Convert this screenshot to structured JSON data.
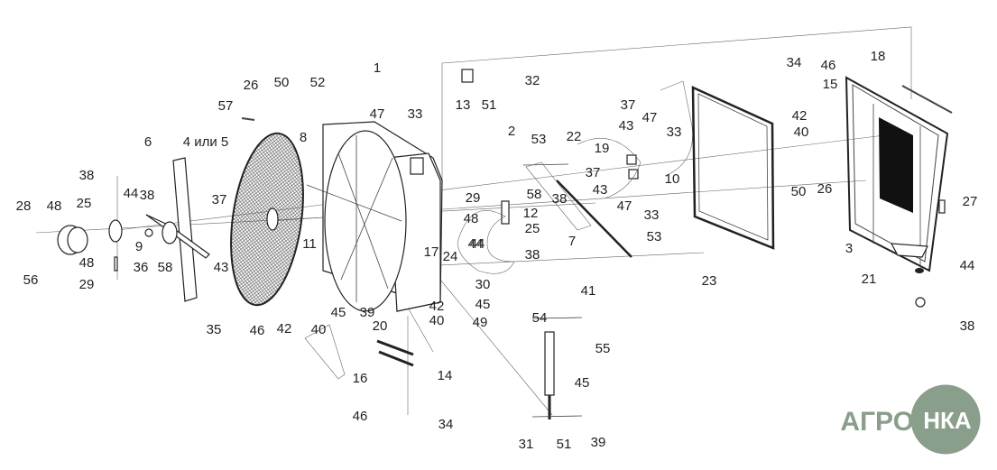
{
  "labels": [
    "1",
    "47",
    "33",
    "26",
    "50",
    "52",
    "57",
    "8",
    "6",
    "4 или 5",
    "38",
    "44",
    "38",
    "25",
    "28",
    "48",
    "37",
    "9",
    "48",
    "36",
    "58",
    "43",
    "56",
    "29",
    "11",
    "35",
    "46",
    "42",
    "40",
    "45",
    "39",
    "20",
    "42",
    "40",
    "17",
    "24",
    "44",
    "30",
    "45",
    "49",
    "16",
    "14",
    "46",
    "34",
    "29",
    "58",
    "48",
    "12",
    "25",
    "44",
    "38",
    "53",
    "22",
    "2",
    "19",
    "37",
    "43",
    "47",
    "33",
    "37",
    "43",
    "47",
    "10",
    "33",
    "38",
    "7",
    "53",
    "13",
    "51",
    "32",
    "23",
    "34",
    "46",
    "15",
    "18",
    "42",
    "40",
    "50",
    "26",
    "27",
    "3",
    "21",
    "44",
    "38",
    "41",
    "54",
    "55",
    "45",
    "31",
    "51",
    "39"
  ],
  "logo": {
    "left": "АГРО",
    "right": "НКА",
    "color": "#8a9e8c"
  }
}
